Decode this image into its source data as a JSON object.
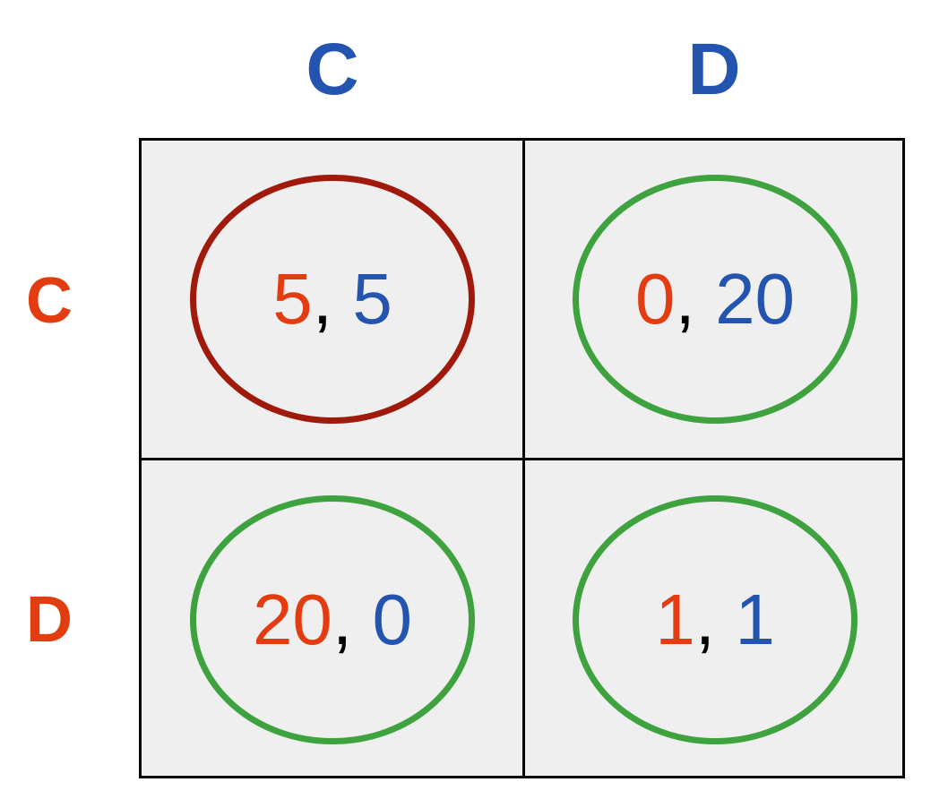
{
  "column_player": {
    "color": "#2354b0",
    "strategies": [
      "C",
      "D"
    ]
  },
  "row_player": {
    "color": "#e33c10",
    "strategies": [
      "C",
      "D"
    ]
  },
  "separator": ",",
  "cells": [
    {
      "row": "C",
      "col": "C",
      "row_payoff": "5",
      "col_payoff": "5",
      "ring_color": "#a01a0c"
    },
    {
      "row": "C",
      "col": "D",
      "row_payoff": "0",
      "col_payoff": "20",
      "ring_color": "#3ea23e"
    },
    {
      "row": "D",
      "col": "C",
      "row_payoff": "20",
      "col_payoff": "0",
      "ring_color": "#3ea23e"
    },
    {
      "row": "D",
      "col": "D",
      "row_payoff": "1",
      "col_payoff": "1",
      "ring_color": "#3ea23e"
    }
  ]
}
